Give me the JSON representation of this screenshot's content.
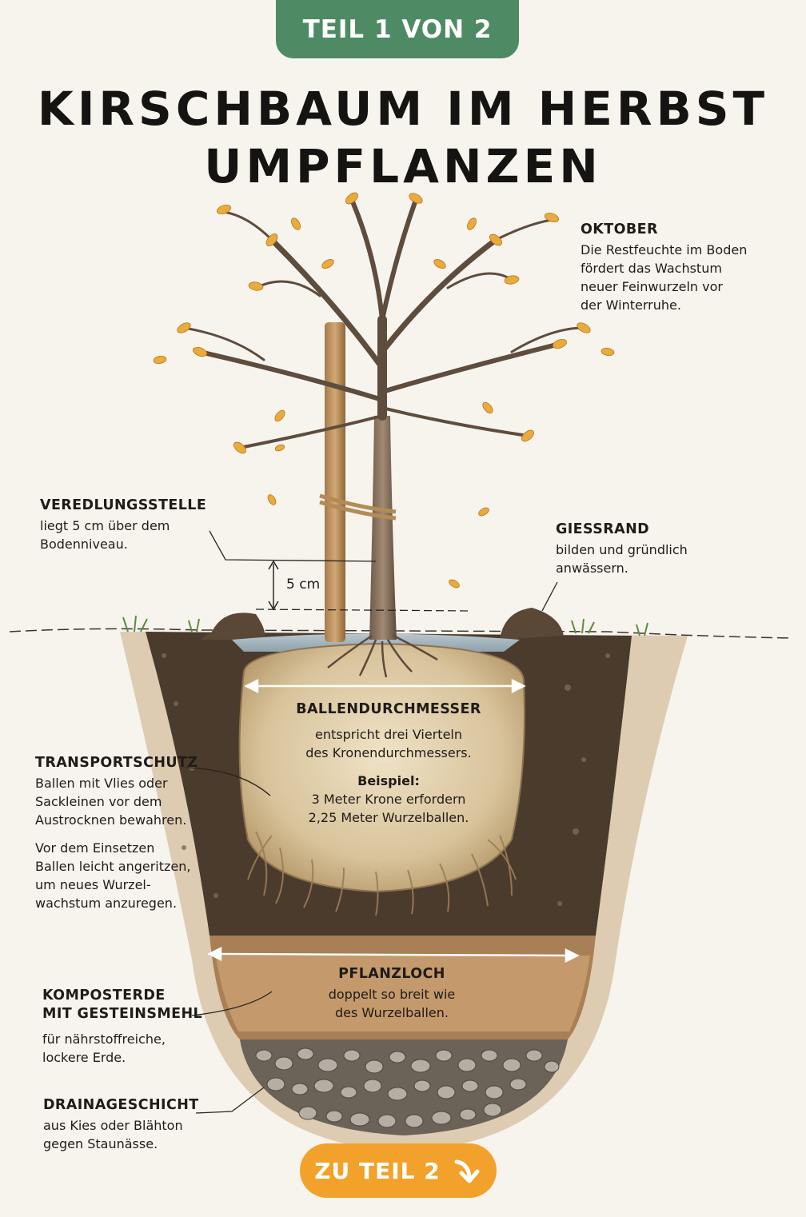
{
  "badge": "TEIL 1 VON 2",
  "title": {
    "line1": "KIRSCHBAUM IM HERBST",
    "line2": "UMPFLANZEN"
  },
  "oktober": {
    "heading": "OKTOBER",
    "lines": [
      "Die Restfeuchte im Boden",
      "fördert das Wachstum",
      "neuer Feinwurzeln vor",
      "der Winterruhe."
    ]
  },
  "veredlung": {
    "heading": "VEREDLUNGSSTELLE",
    "lines": [
      "liegt 5 cm über dem",
      "Bodenniveau."
    ]
  },
  "measure": "5 cm",
  "giessrand": {
    "heading": "GIESSRAND",
    "lines": [
      "bilden und gründlich",
      "anwässern."
    ]
  },
  "ballen": {
    "heading": "BALLENDURCHMESSER",
    "lines": [
      "entspricht drei Vierteln",
      "des Kronendurchmessers."
    ],
    "example_heading": "Beispiel:",
    "example_lines": [
      "3 Meter Krone erfordern",
      "2,25 Meter Wurzelballen."
    ]
  },
  "transport": {
    "heading": "TRANSPORTSCHUTZ",
    "lines": [
      "Ballen mit Vlies oder",
      "Sackleinen vor dem",
      "Austrocknen bewahren."
    ],
    "extra_lines": [
      "Vor dem Einsetzen",
      "Ballen leicht angeritzen,",
      "um neues Wurzel-",
      "wachstum anzuregen."
    ]
  },
  "pflanzloch": {
    "heading": "PFLANZLOCH",
    "lines": [
      "doppelt so breit wie",
      "des Wurzelballen."
    ]
  },
  "kompost": {
    "heading_lines": [
      "KOMPOSTERDE",
      "MIT GESTEINSMEHL"
    ],
    "lines": [
      "für nährstoffreiche,",
      "lockere Erde."
    ]
  },
  "drainage": {
    "heading": "DRAINAGESCHICHT",
    "lines": [
      "aus Kies oder Blähton",
      "gegen Staunässe."
    ]
  },
  "button": {
    "label": "ZU TEIL 2",
    "icon": "arrow-down-right-icon"
  },
  "colors": {
    "badge": "#4e8a63",
    "button": "#f2a22a",
    "background": "#f7f4ee",
    "leaves": "#e9ab3c"
  }
}
